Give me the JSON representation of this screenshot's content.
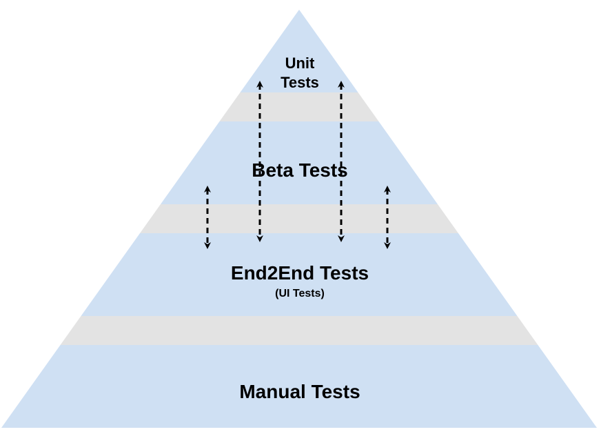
{
  "diagram": {
    "title": "",
    "colors": {
      "band": "#cfe0f3",
      "separator": "#e3e3e3",
      "arrow": "#000000",
      "text": "#000000"
    },
    "tiers": [
      {
        "line1": "Unit",
        "line2": "Tests"
      },
      {
        "line1": "Beta Tests"
      },
      {
        "line1": "End2End Tests",
        "sub": "(UI Tests)"
      },
      {
        "line1": "Manual Tests"
      }
    ]
  }
}
